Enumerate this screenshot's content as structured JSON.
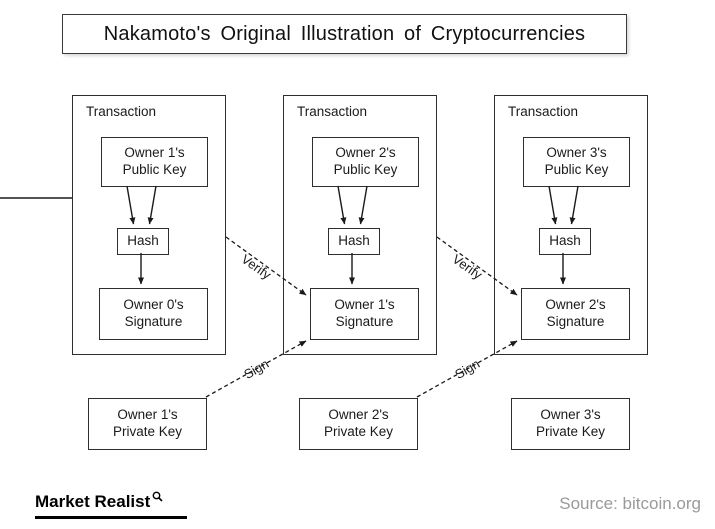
{
  "title": "Nakamoto's Original Illustration of Cryptocurrencies",
  "transactions": [
    {
      "label": "Transaction",
      "public_key": "Owner 1's\nPublic Key",
      "hash": "Hash",
      "signature": "Owner 0's\nSignature",
      "private_key": "Owner 1's\nPrivate Key"
    },
    {
      "label": "Transaction",
      "public_key": "Owner 2's\nPublic Key",
      "hash": "Hash",
      "signature": "Owner 1's\nSignature",
      "private_key": "Owner 2's\nPrivate Key"
    },
    {
      "label": "Transaction",
      "public_key": "Owner 3's\nPublic Key",
      "hash": "Hash",
      "signature": "Owner 2's\nSignature",
      "private_key": "Owner 3's\nPrivate Key"
    }
  ],
  "arrow_labels": {
    "verify1": "Verify",
    "verify2": "Verify",
    "sign1": "Sign",
    "sign2": "Sign"
  },
  "footer": {
    "logo_text": "Market Realist",
    "source": "Source: bitcoin.org"
  },
  "colors": {
    "line": "#1a1a1a",
    "box_border": "#2e2e2e",
    "source_text": "#9a9a9a"
  }
}
